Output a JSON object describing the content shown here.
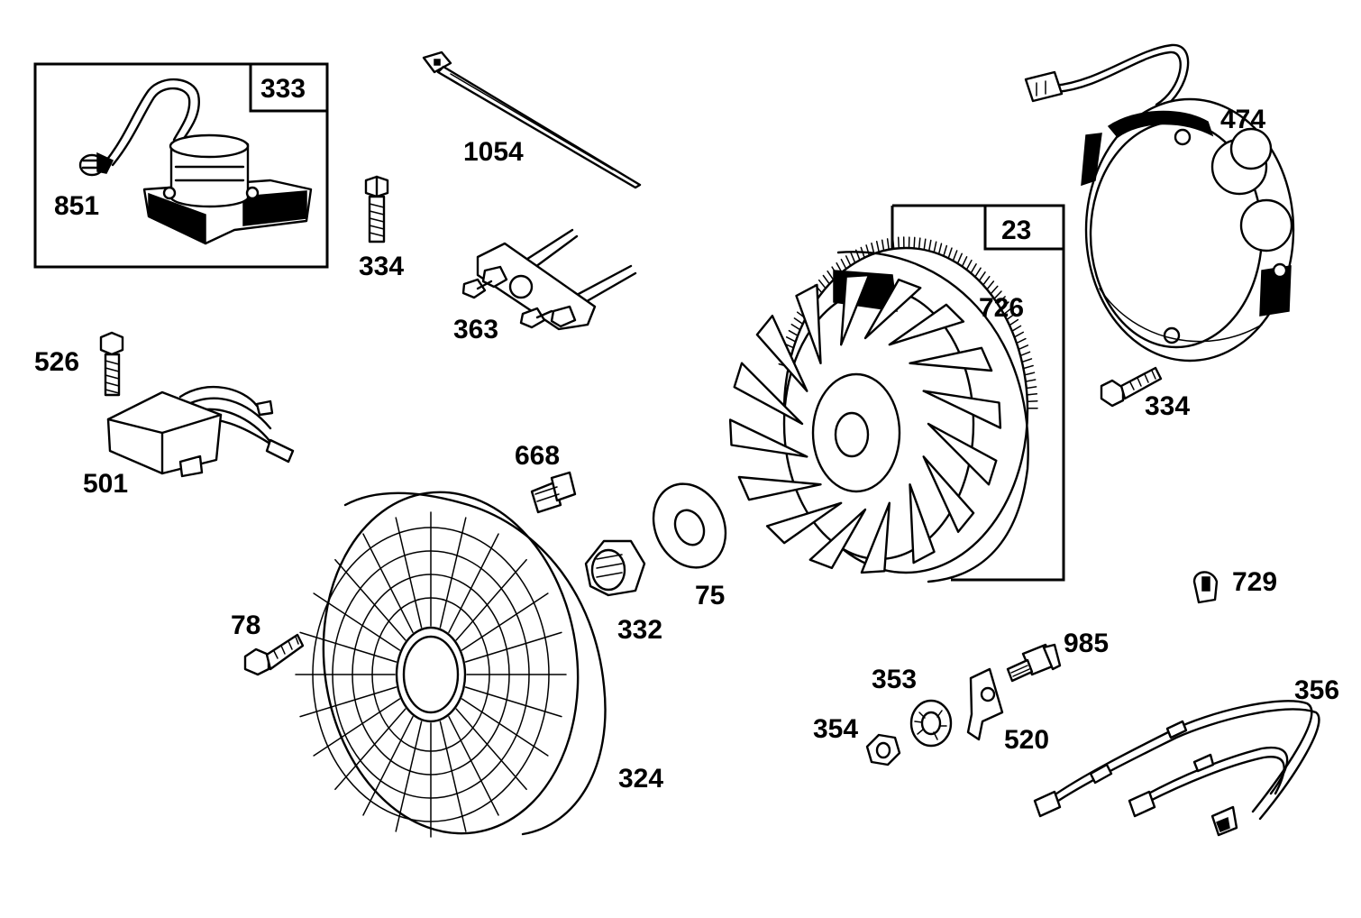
{
  "diagram": {
    "callouts": {
      "c333": "333",
      "c851": "851",
      "c334a": "334",
      "c1054": "1054",
      "c363": "363",
      "c23": "23",
      "c726": "726",
      "c474": "474",
      "c334b": "334",
      "c526": "526",
      "c501": "501",
      "c668": "668",
      "c75": "75",
      "c332": "332",
      "c78": "78",
      "c324": "324",
      "c729": "729",
      "c985": "985",
      "c353": "353",
      "c354": "354",
      "c520": "520",
      "c356": "356"
    },
    "parts": [
      "ignition-armature",
      "wire-terminal",
      "screw",
      "cable-tie",
      "flywheel-puller",
      "flywheel",
      "alternator-stator",
      "rectifier-regulator",
      "screw",
      "fan-retainer",
      "washer",
      "flywheel-nut",
      "fan-screen",
      "cable-clip",
      "ground-terminal",
      "lock-washer",
      "hex-nut",
      "ground-bracket",
      "wire-harness"
    ]
  }
}
